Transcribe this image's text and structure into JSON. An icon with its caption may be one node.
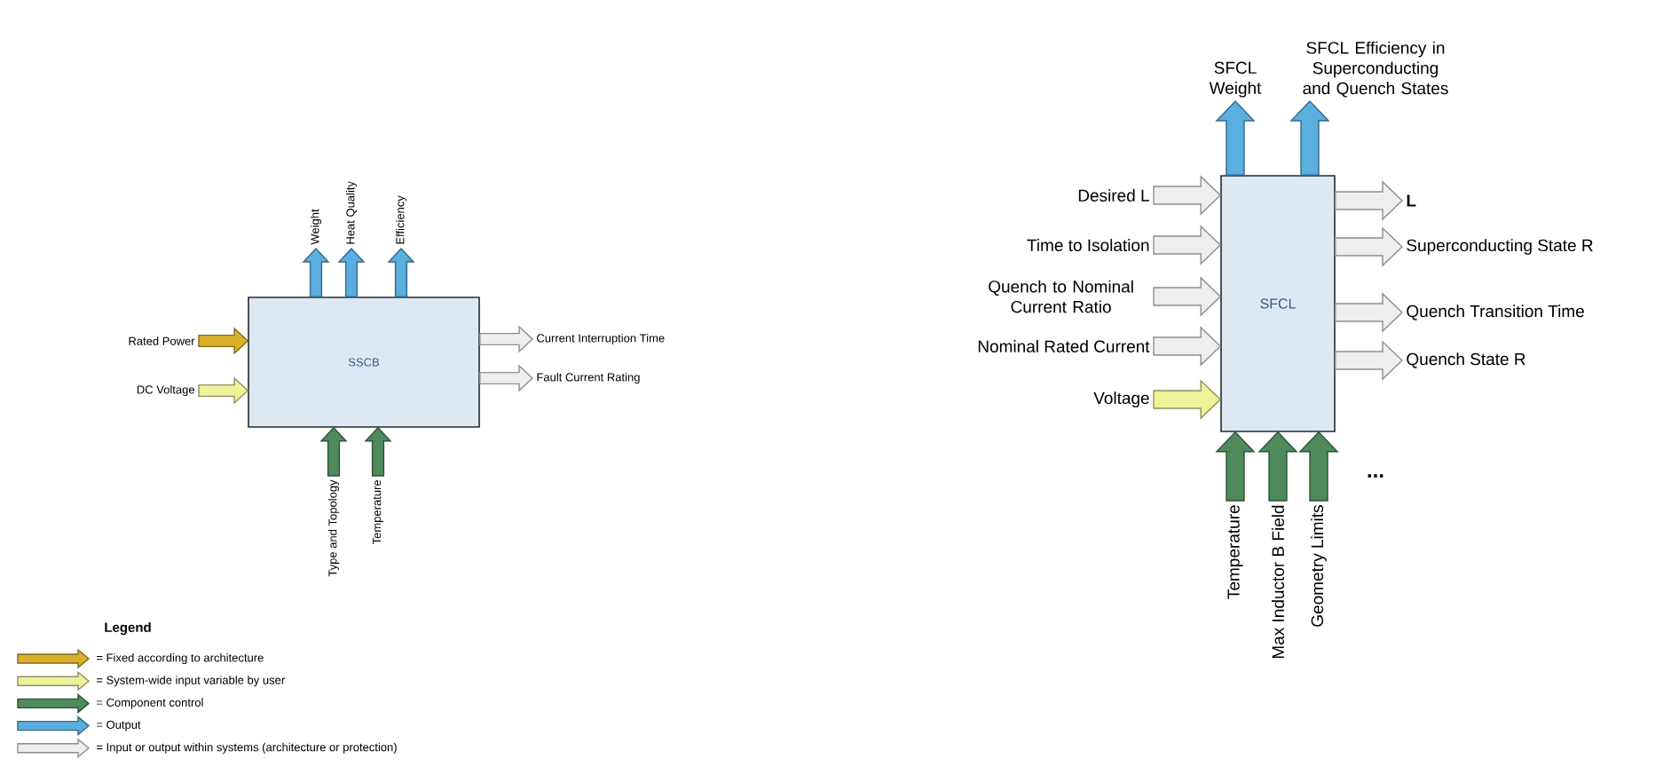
{
  "diagram": {
    "nodes": [
      {
        "text": [
          "SSCB"
        ]
      },
      {
        "text": [
          "Rated Power"
        ]
      },
      {
        "text": [
          "DC Voltage"
        ]
      },
      {
        "text": [
          "Weight"
        ]
      },
      {
        "text": [
          "Heat Quality"
        ]
      },
      {
        "text": [
          "Efficiency"
        ]
      },
      {
        "text": [
          "Current Interruption Time"
        ]
      },
      {
        "text": [
          "Fault Current Rating"
        ]
      },
      {
        "text": [
          "Type and Topology"
        ]
      },
      {
        "text": [
          "Temperature"
        ]
      },
      {
        "text": [
          "SFCL"
        ]
      },
      {
        "text": [
          "SFCL Weight"
        ]
      },
      {
        "text": [
          "SFCL Efficiency in Superconducting and Quench States"
        ]
      },
      {
        "text": [
          "Desired L"
        ]
      },
      {
        "text": [
          "Time to Isolation"
        ]
      },
      {
        "text": [
          "Quench to Nominal Current Ratio"
        ]
      },
      {
        "text": [
          "Nominal Rated Current"
        ]
      },
      {
        "text": [
          "Voltage"
        ]
      },
      {
        "text": [
          "L"
        ]
      },
      {
        "text": [
          "Superconducting State R"
        ]
      },
      {
        "text": [
          "Quench Transition Time"
        ]
      },
      {
        "text": [
          "Quench State R"
        ]
      },
      {
        "text": [
          "Temperature"
        ]
      },
      {
        "text": [
          "Max Inductor B Field"
        ]
      },
      {
        "text": [
          "Geometry Limits"
        ]
      }
    ],
    "edges": [
      {
        "from": 1,
        "to": 0,
        "arrow": "to",
        "color": "#d9b02a"
      },
      {
        "from": 2,
        "to": 0,
        "arrow": "to",
        "color": "#eef29a"
      },
      {
        "from": 0,
        "to": 3,
        "arrow": "to",
        "color": "#5aaee0"
      },
      {
        "from": 0,
        "to": 4,
        "arrow": "to",
        "color": "#5aaee0"
      },
      {
        "from": 0,
        "to": 5,
        "arrow": "to",
        "color": "#5aaee0"
      },
      {
        "from": 0,
        "to": 6,
        "arrow": "to"
      },
      {
        "from": 0,
        "to": 7,
        "arrow": "to"
      },
      {
        "from": 8,
        "to": 0,
        "arrow": "to",
        "color": "#4e8a5c"
      },
      {
        "from": 9,
        "to": 0,
        "arrow": "to",
        "color": "#4e8a5c"
      },
      {
        "from": 10,
        "to": 11,
        "arrow": "to",
        "color": "#5aaee0"
      },
      {
        "from": 10,
        "to": 12,
        "arrow": "to",
        "color": "#5aaee0"
      },
      {
        "from": 13,
        "to": 10,
        "arrow": "to"
      },
      {
        "from": 14,
        "to": 10,
        "arrow": "to"
      },
      {
        "from": 15,
        "to": 10,
        "arrow": "to"
      },
      {
        "from": 16,
        "to": 10,
        "arrow": "to"
      },
      {
        "from": 17,
        "to": 10,
        "arrow": "to",
        "color": "#eef29a"
      },
      {
        "from": 10,
        "to": 18,
        "arrow": "to"
      },
      {
        "from": 10,
        "to": 19,
        "arrow": "to"
      },
      {
        "from": 10,
        "to": 20,
        "arrow": "to"
      },
      {
        "from": 10,
        "to": 21,
        "arrow": "to"
      },
      {
        "from": 22,
        "to": 10,
        "arrow": "to",
        "color": "#4e8a5c"
      },
      {
        "from": 23,
        "to": 10,
        "arrow": "to",
        "color": "#4e8a5c"
      },
      {
        "from": 24,
        "to": 10,
        "arrow": "to",
        "color": "#4e8a5c"
      }
    ],
    "labels": [
      "...",
      "Legend"
    ],
    "legend": [
      {
        "text": "= Fixed according to architecture",
        "color": "#d9b02a"
      },
      {
        "text": "= System-wide input variable by user",
        "color": "#eef29a"
      },
      {
        "text": "= Component control",
        "color": "#4e8a5c"
      },
      {
        "text": "= Output",
        "color": "#5aaee0"
      },
      {
        "text": "= Input or output within systems (architecture or protection)",
        "color": "#eeeeee"
      }
    ]
  }
}
